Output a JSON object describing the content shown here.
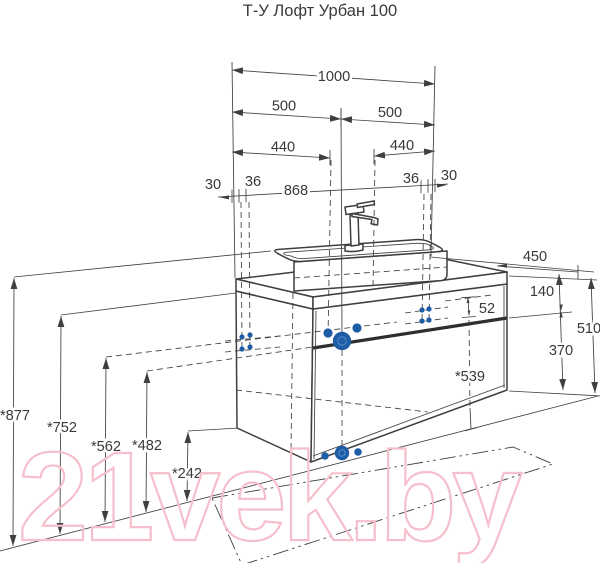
{
  "title": "Т-У Лофт Урбан 100",
  "watermark": "21vek.by",
  "colors": {
    "line": "#3f3f3f",
    "accent_blue": "#1e5ca6",
    "watermark_pink": "#f5bfcb"
  },
  "dims": {
    "w_total": "1000",
    "w_half_l": "500",
    "w_half_r": "500",
    "w_hole_l": "440",
    "w_hole_r": "440",
    "off_l_outer": "30",
    "off_l_inner": "36",
    "w_inner": "868",
    "off_r_inner": "36",
    "off_r_outer": "30",
    "depth": "450",
    "drawer_face": "52",
    "h_upper": "140",
    "h_total": "510",
    "h_lower": "370",
    "h_mount": "*539",
    "h_faucet": "*877",
    "h_counter": "*752",
    "h_562": "*562",
    "h_482": "*482",
    "h_242": "*242"
  }
}
